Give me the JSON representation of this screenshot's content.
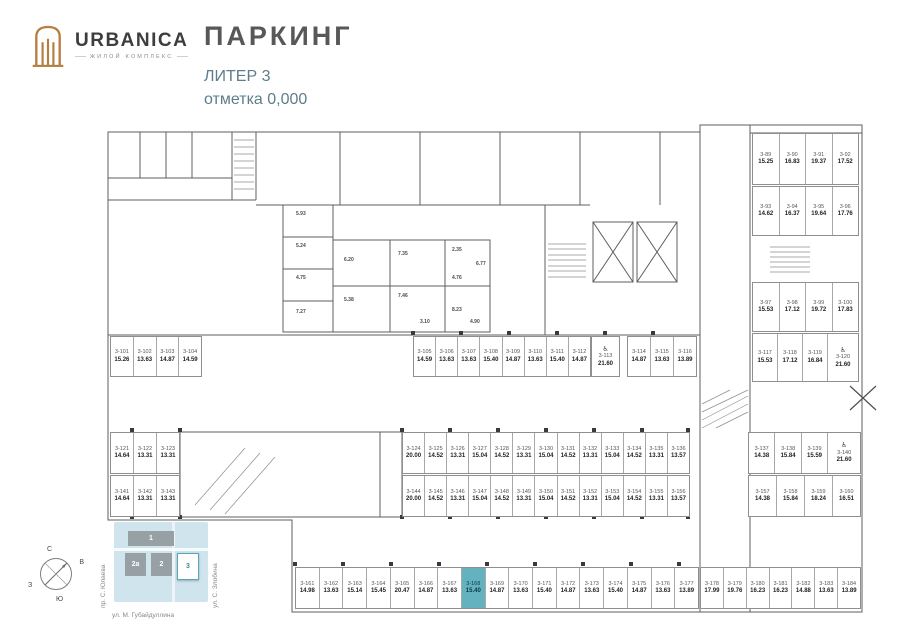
{
  "header": {
    "brand": "URBANICA",
    "brand_tagline": "ЖИЛОЙ КОМПЛЕКС",
    "title": "ПАРКИНГ",
    "liter": "ЛИТЕР 3",
    "mark": "отметка 0,000"
  },
  "colors": {
    "brand_bronze": "#b5803f",
    "title_gray": "#585858",
    "subtitle_blue": "#5e7d8a",
    "highlight_teal": "#64b2c0",
    "wall_gray": "#5f5f5f",
    "map_bg": "#cfe4ed"
  },
  "icons": {
    "wheelchair": "♿"
  },
  "stall_groups": {
    "r1a": [
      {
        "id": "3-101",
        "area": "15.26"
      },
      {
        "id": "3-102",
        "area": "13.63"
      },
      {
        "id": "3-103",
        "area": "14.87"
      },
      {
        "id": "3-104",
        "area": "14.59"
      }
    ],
    "r1b": [
      {
        "id": "3-105",
        "area": "14.59"
      },
      {
        "id": "3-106",
        "area": "13.63"
      },
      {
        "id": "3-107",
        "area": "13.63"
      },
      {
        "id": "3-108",
        "area": "15.40"
      },
      {
        "id": "3-109",
        "area": "14.87"
      },
      {
        "id": "3-110",
        "area": "13.63"
      },
      {
        "id": "3-111",
        "area": "15.40"
      },
      {
        "id": "3-112",
        "area": "14.87"
      }
    ],
    "r1c": [
      {
        "id": "3-113",
        "area": "21.60",
        "dis": true
      }
    ],
    "r1d": [
      {
        "id": "3-114",
        "area": "14.87"
      },
      {
        "id": "3-115",
        "area": "13.63"
      },
      {
        "id": "3-116",
        "area": "13.89"
      }
    ],
    "rt1": [
      {
        "id": "3-89",
        "area": "15.25"
      },
      {
        "id": "3-90",
        "area": "16.83"
      },
      {
        "id": "3-91",
        "area": "19.37"
      },
      {
        "id": "3-92",
        "area": "17.52"
      }
    ],
    "rt2": [
      {
        "id": "3-93",
        "area": "14.62"
      },
      {
        "id": "3-94",
        "area": "16.37"
      },
      {
        "id": "3-95",
        "area": "19.64"
      },
      {
        "id": "3-96",
        "area": "17.76"
      }
    ],
    "rm1": [
      {
        "id": "3-97",
        "area": "15.53"
      },
      {
        "id": "3-98",
        "area": "17.12"
      },
      {
        "id": "3-99",
        "area": "19.72"
      },
      {
        "id": "3-100",
        "area": "17.83"
      }
    ],
    "rm2": [
      {
        "id": "3-117",
        "area": "15.53"
      },
      {
        "id": "3-118",
        "area": "17.12"
      },
      {
        "id": "3-119",
        "area": "16.84"
      },
      {
        "id": "3-120",
        "area": "21.60",
        "dis": true
      }
    ],
    "m1a": [
      {
        "id": "3-121",
        "area": "14.64"
      },
      {
        "id": "3-122",
        "area": "13.31"
      },
      {
        "id": "3-123",
        "area": "13.31"
      }
    ],
    "m1b": [
      {
        "id": "3-124",
        "area": "20.00"
      },
      {
        "id": "3-125",
        "area": "14.52"
      },
      {
        "id": "3-126",
        "area": "13.31"
      },
      {
        "id": "3-127",
        "area": "15.04"
      },
      {
        "id": "3-128",
        "area": "14.52"
      },
      {
        "id": "3-129",
        "area": "13.31"
      },
      {
        "id": "3-130",
        "area": "15.04"
      },
      {
        "id": "3-131",
        "area": "14.52"
      },
      {
        "id": "3-132",
        "area": "13.31"
      },
      {
        "id": "3-133",
        "area": "15.04"
      },
      {
        "id": "3-134",
        "area": "14.52"
      },
      {
        "id": "3-135",
        "area": "13.31"
      },
      {
        "id": "3-136",
        "area": "13.57"
      }
    ],
    "m1c": [
      {
        "id": "3-137",
        "area": "14.38"
      },
      {
        "id": "3-138",
        "area": "15.84"
      },
      {
        "id": "3-139",
        "area": "15.59"
      },
      {
        "id": "3-140",
        "area": "21.60",
        "dis": true
      }
    ],
    "m2a": [
      {
        "id": "3-141",
        "area": "14.64"
      },
      {
        "id": "3-142",
        "area": "13.31"
      },
      {
        "id": "3-143",
        "area": "13.31"
      }
    ],
    "m2b": [
      {
        "id": "3-144",
        "area": "20.00"
      },
      {
        "id": "3-145",
        "area": "14.52"
      },
      {
        "id": "3-146",
        "area": "13.31"
      },
      {
        "id": "3-147",
        "area": "15.04"
      },
      {
        "id": "3-148",
        "area": "14.52"
      },
      {
        "id": "3-149",
        "area": "13.31"
      },
      {
        "id": "3-150",
        "area": "15.04"
      },
      {
        "id": "3-151",
        "area": "14.52"
      },
      {
        "id": "3-152",
        "area": "13.31"
      },
      {
        "id": "3-153",
        "area": "15.04"
      },
      {
        "id": "3-154",
        "area": "14.52"
      },
      {
        "id": "3-155",
        "area": "13.31"
      },
      {
        "id": "3-156",
        "area": "13.57"
      }
    ],
    "m2c": [
      {
        "id": "3-157",
        "area": "14.38"
      },
      {
        "id": "3-158",
        "area": "15.84"
      },
      {
        "id": "3-159",
        "area": "18.24"
      },
      {
        "id": "3-160",
        "area": "16.51"
      }
    ],
    "b1": [
      {
        "id": "3-161",
        "area": "14.98"
      },
      {
        "id": "3-162",
        "area": "13.63"
      },
      {
        "id": "3-163",
        "area": "15.14"
      },
      {
        "id": "3-164",
        "area": "15.45"
      },
      {
        "id": "3-165",
        "area": "20.47"
      },
      {
        "id": "3-166",
        "area": "14.87"
      },
      {
        "id": "3-167",
        "area": "13.63"
      },
      {
        "id": "3-168",
        "area": "15.40",
        "hl": true
      },
      {
        "id": "3-169",
        "area": "14.87"
      },
      {
        "id": "3-170",
        "area": "13.63"
      },
      {
        "id": "3-171",
        "area": "15.40"
      },
      {
        "id": "3-172",
        "area": "14.87"
      },
      {
        "id": "3-173",
        "area": "13.63"
      },
      {
        "id": "3-174",
        "area": "15.40"
      },
      {
        "id": "3-175",
        "area": "14.87"
      },
      {
        "id": "3-176",
        "area": "13.63"
      },
      {
        "id": "3-177",
        "area": "13.89"
      }
    ],
    "b2": [
      {
        "id": "3-178",
        "area": "17.99"
      },
      {
        "id": "3-179",
        "area": "19.76"
      },
      {
        "id": "3-180",
        "area": "16.23"
      },
      {
        "id": "3-181",
        "area": "16.23"
      },
      {
        "id": "3-182",
        "area": "14.88"
      },
      {
        "id": "3-183",
        "area": "13.63"
      },
      {
        "id": "3-184",
        "area": "13.89"
      }
    ]
  },
  "tech_rooms": [
    "5.93",
    "5.24",
    "4.75",
    "7.27",
    "6.20",
    "5.38",
    "7.35",
    "7.46",
    "2.35",
    "4.76",
    "8.23",
    "6.77",
    "4.90",
    "3.10"
  ],
  "sitemap": {
    "compass": {
      "n": "С",
      "s": "Ю",
      "w": "З",
      "e": "В"
    },
    "streets": {
      "left": "пр. С. Юлаева",
      "right": "ул. С. Злобина",
      "bottom": "ул. М. Губайдуллина"
    },
    "buildings": [
      {
        "label": "1"
      },
      {
        "label": "2а"
      },
      {
        "label": "2"
      },
      {
        "label": "3",
        "current": true
      }
    ]
  }
}
